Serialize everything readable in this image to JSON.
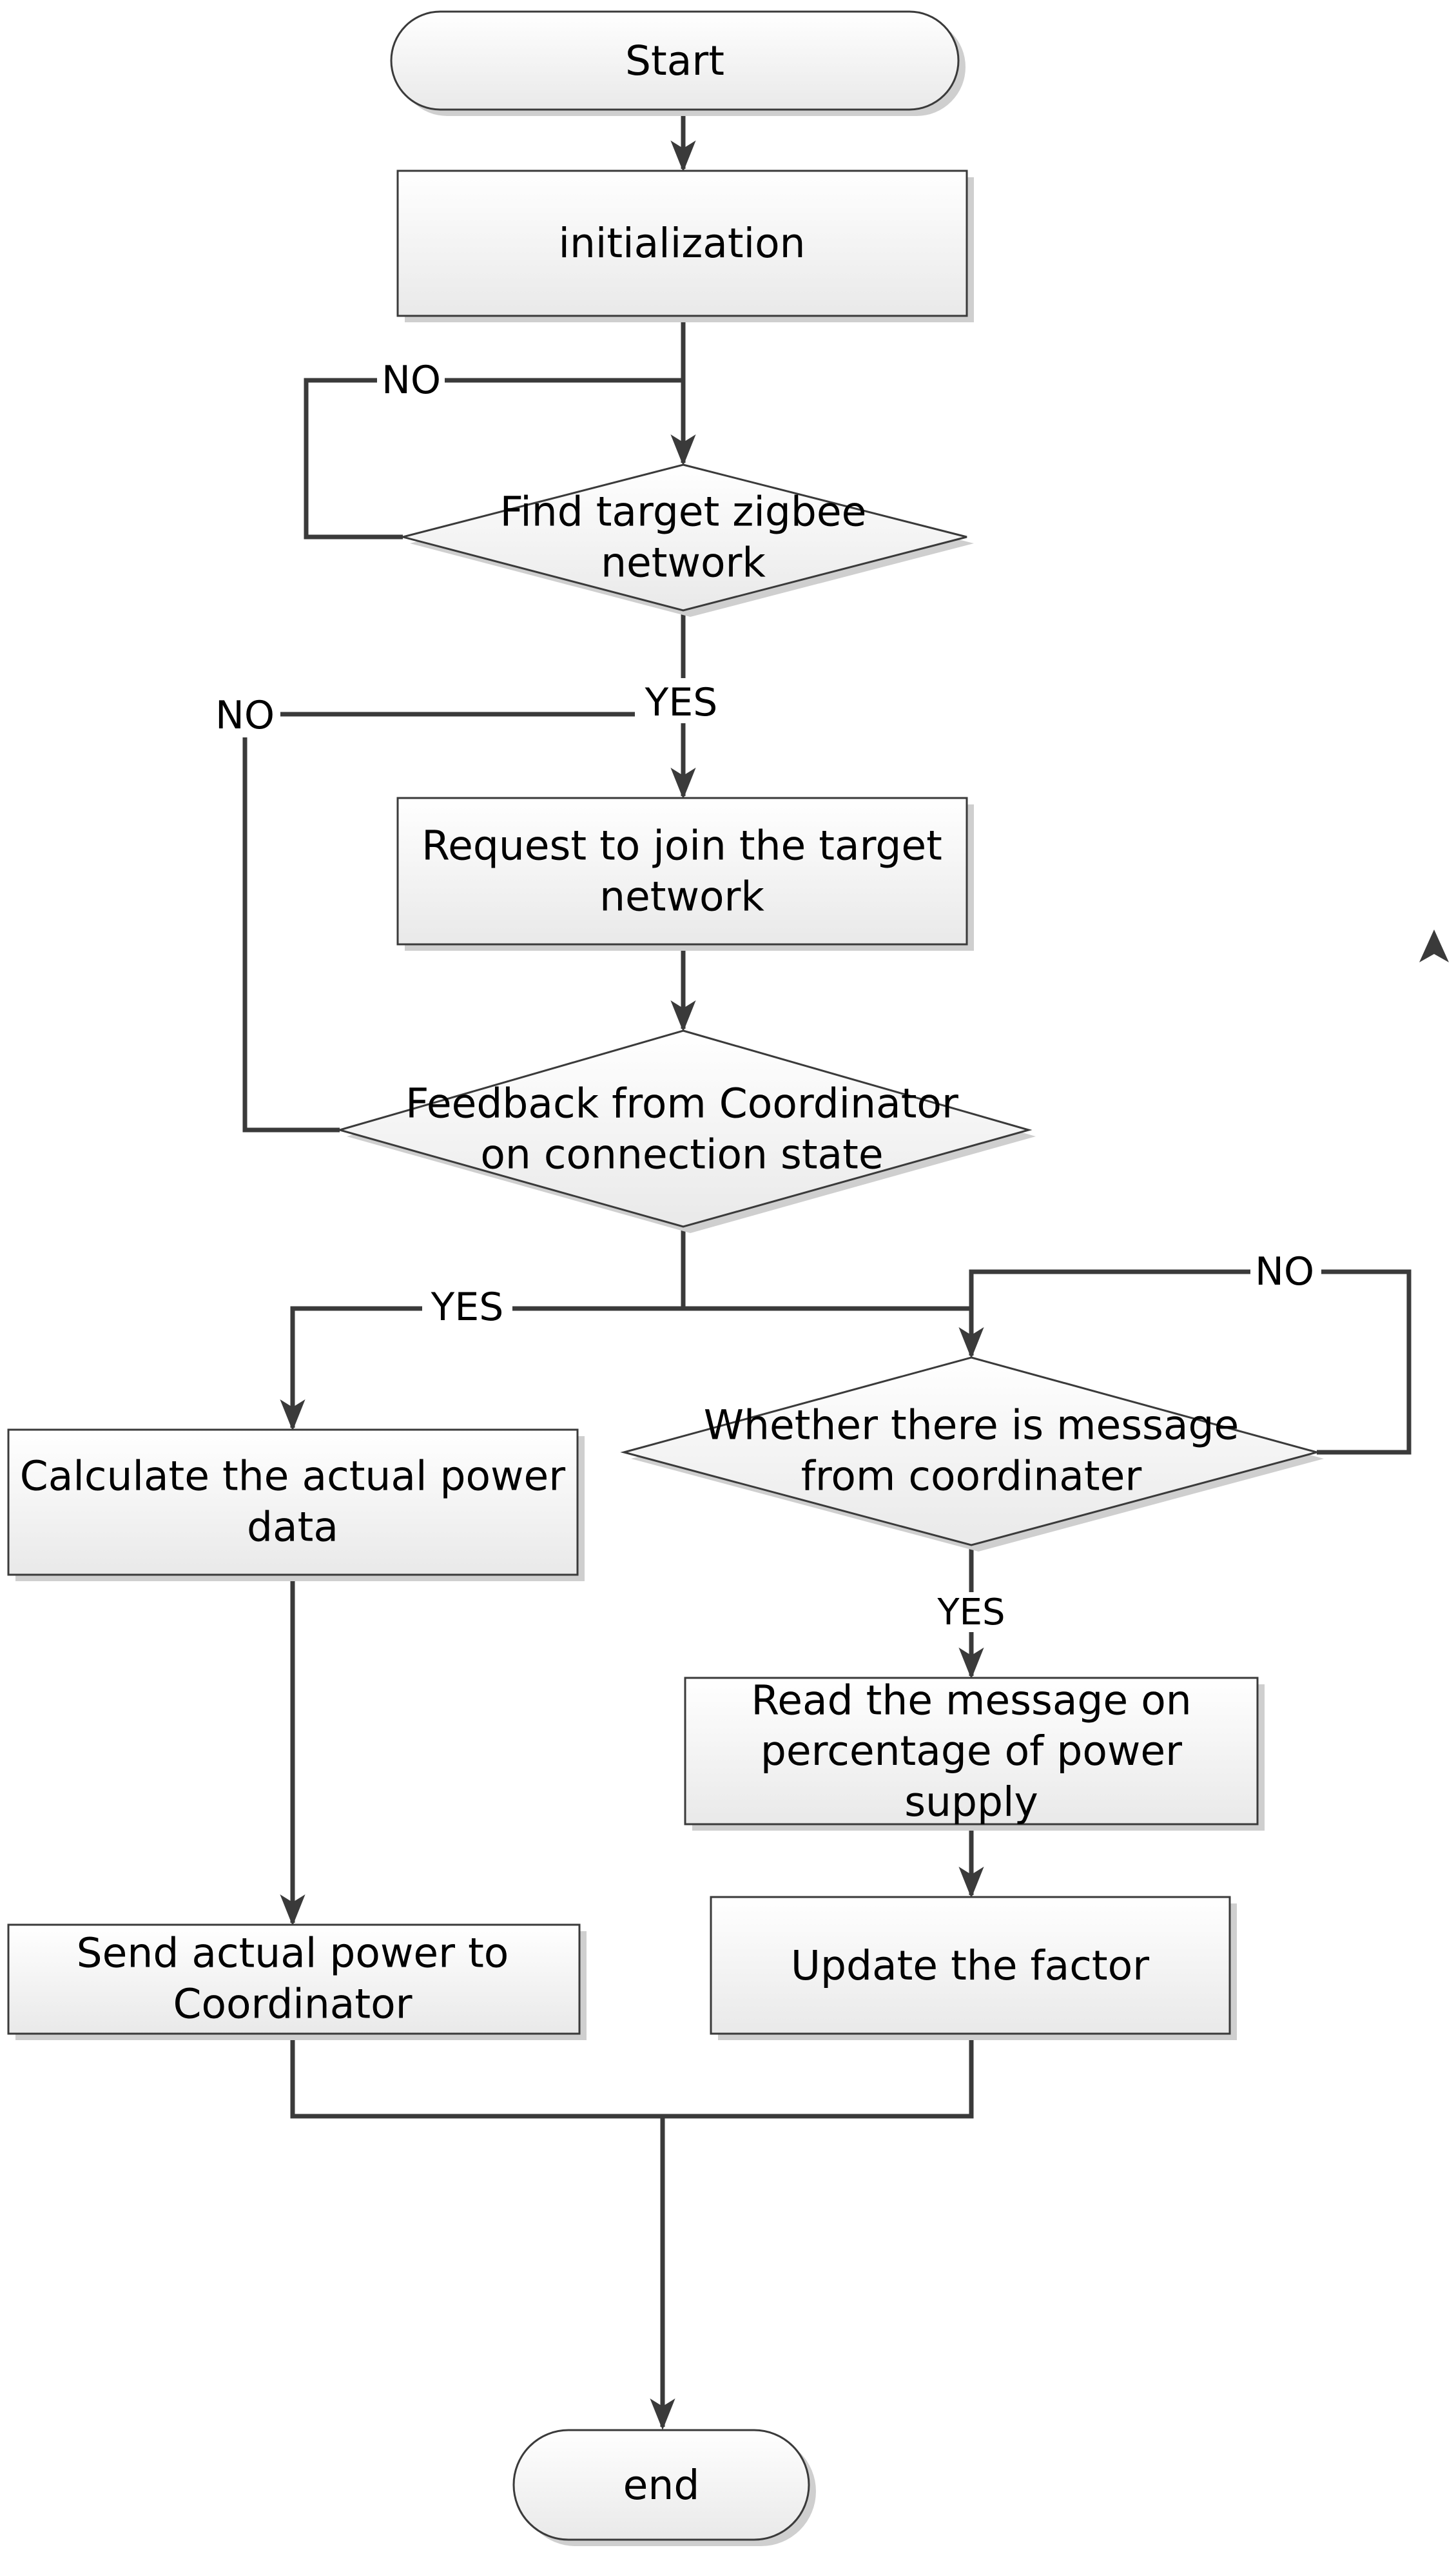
{
  "nodes": {
    "start": [
      "Start"
    ],
    "initialization": [
      "initialization"
    ],
    "find_network": [
      "Find target zigbee",
      "network"
    ],
    "request_join": [
      "Request to join the target",
      "network"
    ],
    "feedback": [
      "Feedback from Coordinator",
      "on connection state"
    ],
    "calculate_power": [
      "Calculate the actual power",
      "data"
    ],
    "whether_message": [
      "Whether there is message",
      "from coordinater"
    ],
    "read_message": [
      "Read the message on",
      "percentage of power",
      "supply"
    ],
    "send_power": [
      "Send actual power to",
      "Coordinator"
    ],
    "update_factor": [
      "Update the factor"
    ],
    "end": [
      "end"
    ]
  },
  "edge_labels": {
    "find_no": "NO",
    "find_yes": "YES",
    "feedback_no": "NO",
    "feedback_yes": "YES",
    "message_no": "NO",
    "message_yes": "YES"
  },
  "colors": {
    "stroke": "#3a3a3a",
    "fill_top": "#ffffff",
    "fill_bottom": "#ececec",
    "shadow": "#cfcfcf",
    "text": "#000000"
  }
}
